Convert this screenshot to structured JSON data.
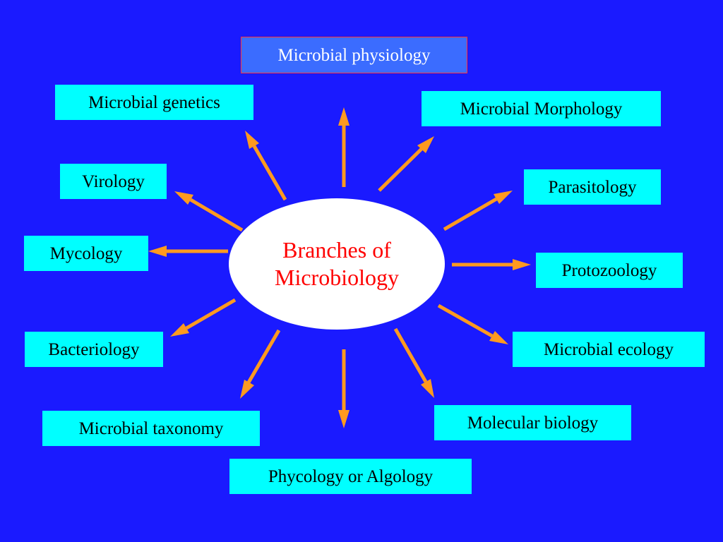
{
  "center": {
    "line1": "Branches of",
    "line2": "Microbiology"
  },
  "branches": {
    "physiology": "Microbial physiology",
    "genetics": "Microbial genetics",
    "morphology": "Microbial Morphology",
    "virology": "Virology",
    "parasitology": "Parasitology",
    "mycology": "Mycology",
    "protozoology": "Protozoology",
    "bacteriology": "Bacteriology",
    "ecology": "Microbial ecology",
    "molecular": "Molecular biology",
    "taxonomy": "Microbial taxonomy",
    "phycology": "Phycology or Algology"
  },
  "colors": {
    "background": "#1a1aff",
    "box": "#00ffff",
    "top_box": "#3b6cff",
    "top_box_border": "#ff3333",
    "arrow": "#ff9a1f",
    "center_text": "#ff0000"
  }
}
